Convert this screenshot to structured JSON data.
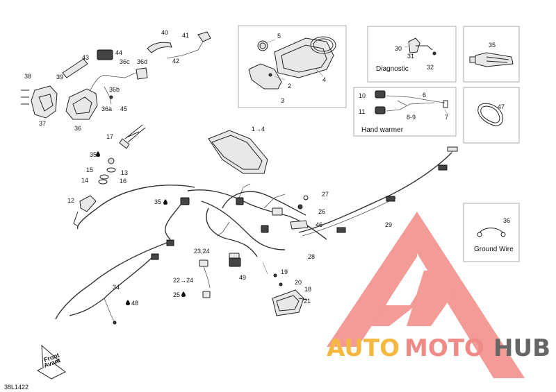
{
  "diagram": {
    "code": "38L1422",
    "front_arrow_lines": [
      "Front",
      "Avant"
    ]
  },
  "insets": {
    "diagnostic": "Diagnostic",
    "hand_warmer": "Hand warmer",
    "ground_wire": "Ground Wire"
  },
  "callouts": {
    "c1_4": "1→4",
    "c2": "2",
    "c3": "3",
    "c4": "4",
    "c5": "5",
    "c6": "6",
    "c7": "7",
    "c8_9": "8-9",
    "c10": "10",
    "c11": "11",
    "c12": "12",
    "c13": "13",
    "c14": "14",
    "c15": "15",
    "c16": "16",
    "c17": "17",
    "c18": "18",
    "c19": "19",
    "c20": "20",
    "c21": "21",
    "c22_24": "22→24",
    "c23_24": "23,24",
    "c25": "25",
    "c26": "26",
    "c27": "27",
    "c28": "28",
    "c29": "29",
    "c30": "30",
    "c31": "31",
    "c32": "32",
    "c34": "34",
    "c35_top": "35",
    "c35_mid": "35",
    "c35_inset": "35",
    "c36": "36",
    "c36a": "36a",
    "c36b": "36b",
    "c36c": "36c",
    "c36d": "36d",
    "c36_inset": "36",
    "c37": "37",
    "c38": "38",
    "c39": "39",
    "c40": "40",
    "c41": "41",
    "c42": "42",
    "c43": "43",
    "c44": "44",
    "c45": "45",
    "c46": "46",
    "c47": "47",
    "c48": "48",
    "c49": "49"
  },
  "watermark": {
    "auto": "AUTO",
    "moto": "MOTO",
    "hub": "HUB",
    "colors": {
      "auto": "#f5b942",
      "moto": "#f08a86",
      "hub": "#666666",
      "triangle": "#f08a86"
    }
  },
  "icons": {
    "drop": "oil-drop-icon",
    "front": "front-arrow-icon"
  }
}
